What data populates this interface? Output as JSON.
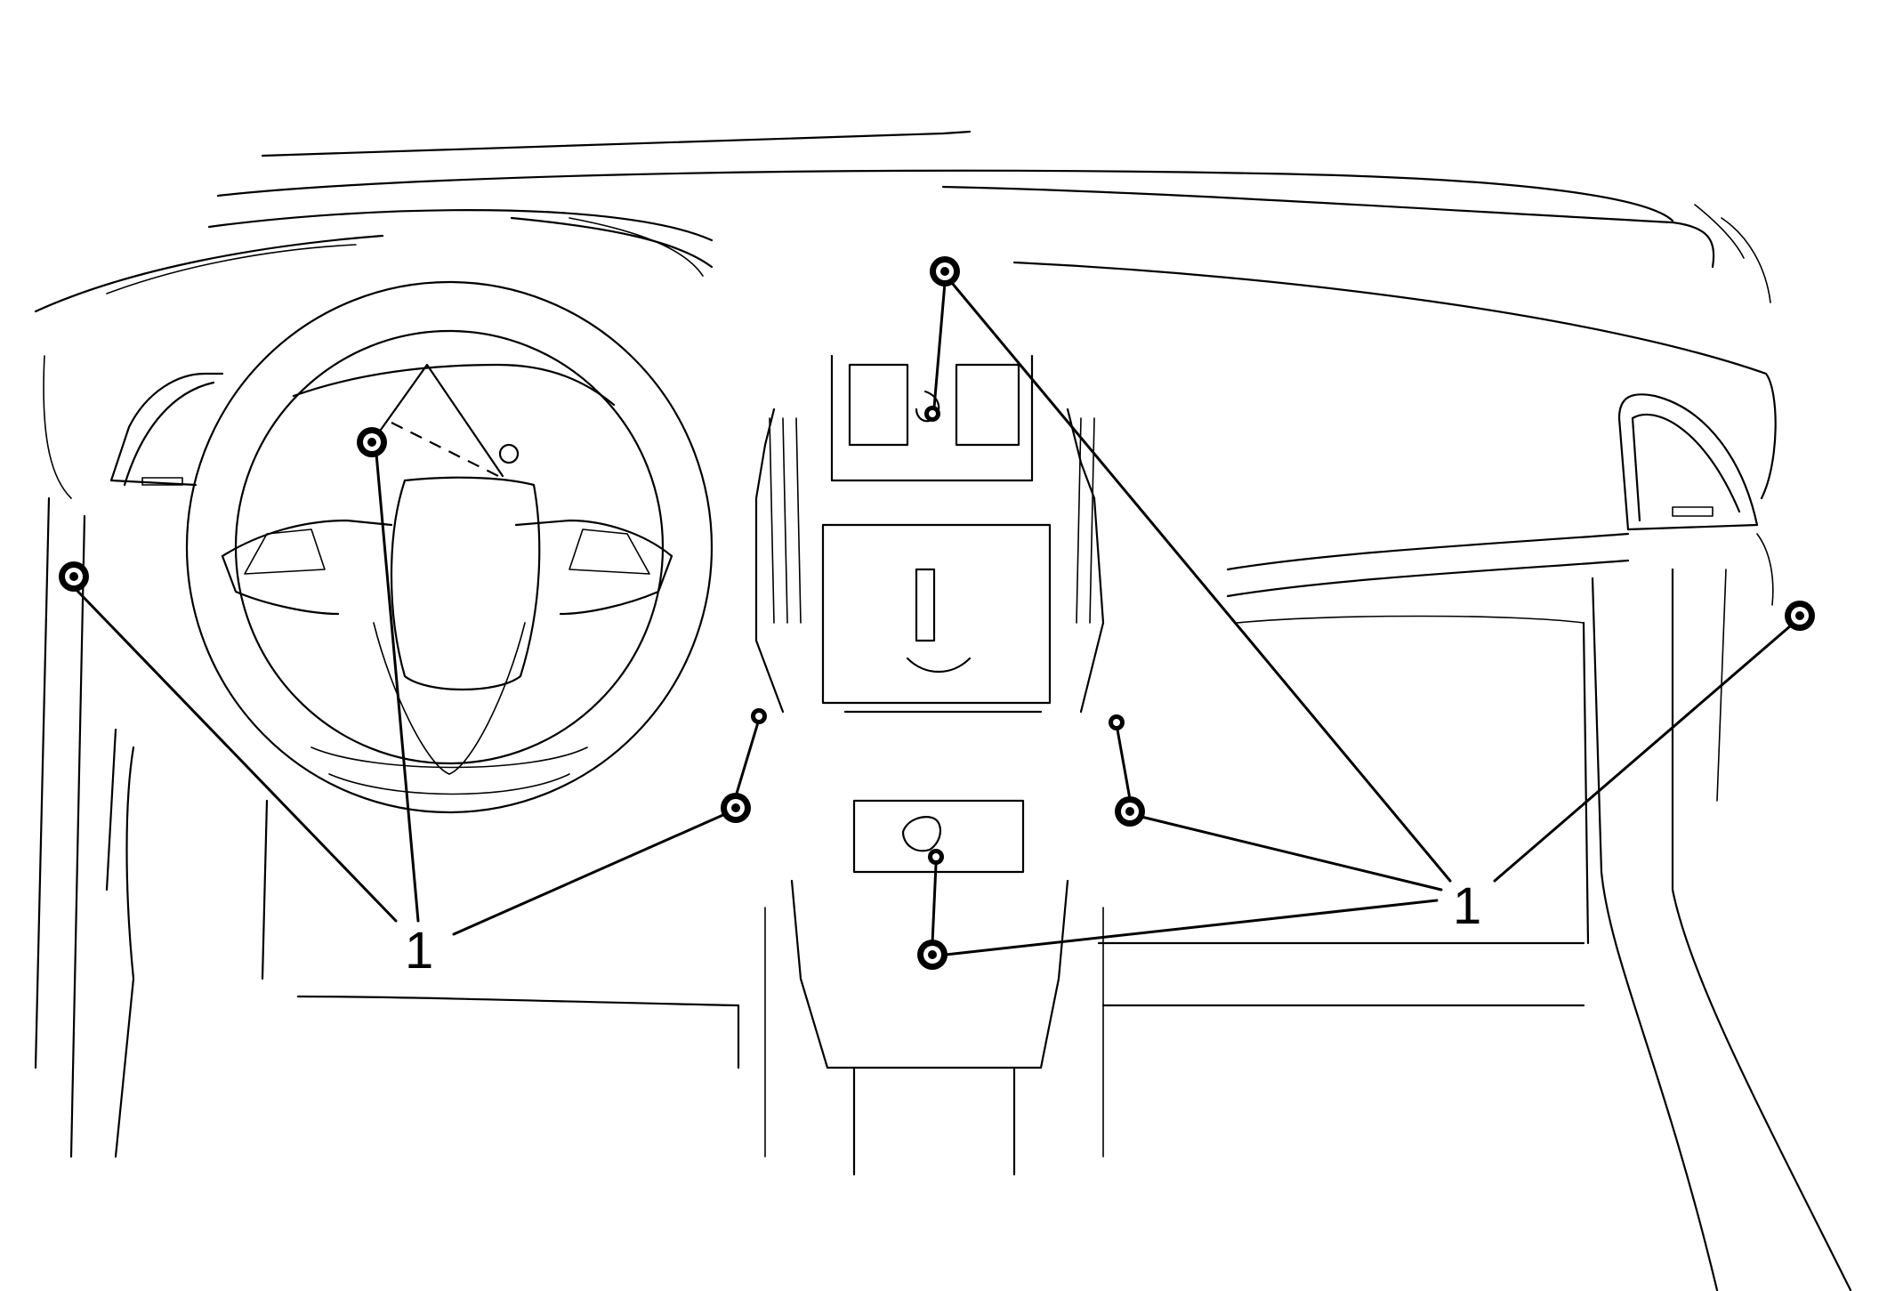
{
  "callouts": [
    {
      "id": "left",
      "label": "1",
      "part": "fastener"
    },
    {
      "id": "right",
      "label": "1",
      "part": "fastener"
    }
  ],
  "icons": [
    "bolt-icon",
    "steering-wheel-icon",
    "air-vent-icon"
  ],
  "colors": {
    "line": "#000000",
    "background": "#ffffff"
  }
}
